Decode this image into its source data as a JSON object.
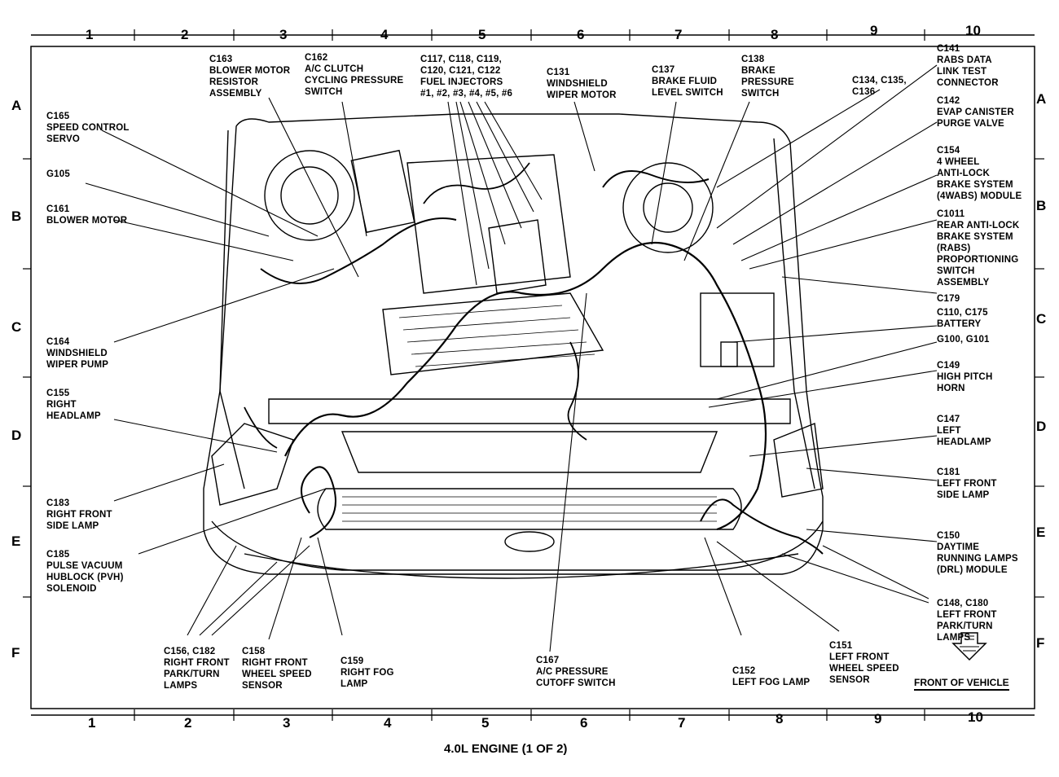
{
  "columns": [
    "1",
    "2",
    "3",
    "4",
    "5",
    "6",
    "7",
    "8",
    "9",
    "10"
  ],
  "rows": [
    "A",
    "B",
    "C",
    "D",
    "E",
    "F"
  ],
  "caption": "4.0L ENGINE (1 OF 2)",
  "front_of_vehicle": "FRONT OF VEHICLE",
  "labels": {
    "c163": "C163\nBLOWER MOTOR\nRESISTOR\nASSEMBLY",
    "c162": "C162\nA/C CLUTCH\nCYCLING PRESSURE\nSWITCH",
    "c117": "C117, C118, C119,\nC120, C121, C122\nFUEL INJECTORS\n#1, #2, #3, #4, #5, #6",
    "c131": "C131\nWINDSHIELD\nWIPER MOTOR",
    "c137": "C137\nBRAKE FLUID\nLEVEL SWITCH",
    "c138": "C138\nBRAKE\nPRESSURE\nSWITCH",
    "c134": "C134, C135,\nC136",
    "c141": "C141\nRABS DATA\nLINK TEST\nCONNECTOR",
    "c142": "C142\nEVAP CANISTER\nPURGE VALVE",
    "c154": "C154\n4 WHEEL\nANTI-LOCK\nBRAKE SYSTEM\n(4WABS) MODULE",
    "c1011": "C1011\nREAR ANTI-LOCK\nBRAKE SYSTEM\n(RABS)\nPROPORTIONING\nSWITCH\nASSEMBLY",
    "c179": "C179",
    "c110": "C110, C175\nBATTERY",
    "g100": "G100, G101",
    "c149": "C149\nHIGH PITCH\nHORN",
    "c147": "C147\nLEFT\nHEADLAMP",
    "c181": "C181\nLEFT FRONT\nSIDE LAMP",
    "c150": "C150\nDAYTIME\nRUNNING LAMPS\n(DRL) MODULE",
    "c148": "C148, C180\nLEFT FRONT\nPARK/TURN\nLAMPS",
    "c151": "C151\nLEFT FRONT\nWHEEL SPEED\nSENSOR",
    "c152": "C152\nLEFT FOG LAMP",
    "c167": "C167\nA/C PRESSURE\nCUTOFF SWITCH",
    "c159": "C159\nRIGHT FOG\nLAMP",
    "c158": "C158\nRIGHT FRONT\nWHEEL SPEED\nSENSOR",
    "c156": "C156, C182\nRIGHT FRONT\nPARK/TURN\nLAMPS",
    "c185": "C185\nPULSE VACUUM\nHUBLOCK (PVH)\nSOLENOID",
    "c183": "C183\nRIGHT FRONT\nSIDE LAMP",
    "c155": "C155\nRIGHT\nHEADLAMP",
    "c164": "C164\nWINDSHIELD\nWIPER PUMP",
    "c161": "C161\nBLOWER MOTOR",
    "g105": "G105",
    "c165": "C165\nSPEED CONTROL\nSERVO"
  }
}
